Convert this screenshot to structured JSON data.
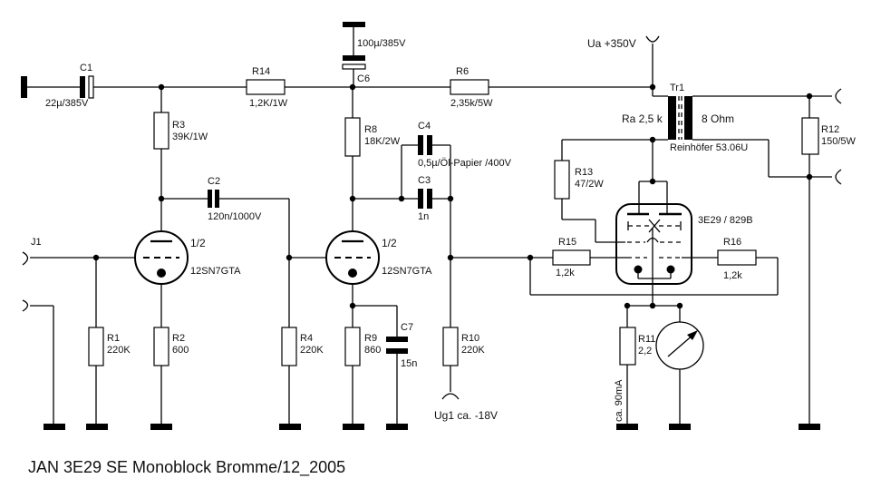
{
  "title": "JAN 3E29 SE Monoblock Bromme/12_2005",
  "components": {
    "C1": {
      "ref": "C1",
      "value": "22µ/385V"
    },
    "C2": {
      "ref": "C2",
      "value": "120n/1000V"
    },
    "C3": {
      "ref": "C3",
      "value": "1n"
    },
    "C4": {
      "ref": "C4",
      "value": "0,5µ/Öl-Papier /400V"
    },
    "C6": {
      "ref": "C6",
      "value": "100µ/385V"
    },
    "C7": {
      "ref": "C7",
      "value": "15n"
    },
    "R1": {
      "ref": "R1",
      "value": "220K"
    },
    "R2": {
      "ref": "R2",
      "value": "600"
    },
    "R3": {
      "ref": "R3",
      "value": "39K/1W"
    },
    "R4": {
      "ref": "R4",
      "value": "220K"
    },
    "R6": {
      "ref": "R6",
      "value": "2,35k/5W"
    },
    "R8": {
      "ref": "R8",
      "value": "18K/2W"
    },
    "R9": {
      "ref": "R9",
      "value": "860"
    },
    "R10": {
      "ref": "R10",
      "value": "220K"
    },
    "R11": {
      "ref": "R11",
      "value": "2,2"
    },
    "R12": {
      "ref": "R12",
      "value": "150/5W"
    },
    "R13": {
      "ref": "R13",
      "value": "47/2W"
    },
    "R14": {
      "ref": "R14",
      "value": "1,2K/1W"
    },
    "R15": {
      "ref": "R15",
      "value": "1,2k"
    },
    "R16": {
      "ref": "R16",
      "value": "1,2k"
    },
    "J1": {
      "ref": "J1"
    },
    "Tr1": {
      "ref": "Tr1",
      "primary": "Ra 2,5 k",
      "secondary": "8 Ohm",
      "model": "Reinhöfer 53.06U"
    },
    "V1": {
      "section": "1/2",
      "type": "12SN7GTA"
    },
    "V2": {
      "section": "1/2",
      "type": "12SN7GTA"
    },
    "V3": {
      "type": "3E29 / 829B"
    }
  },
  "annotations": {
    "supply": "Ua +350V",
    "bias": "Ug1 ca. -18V",
    "current": "ca. 90mA"
  }
}
